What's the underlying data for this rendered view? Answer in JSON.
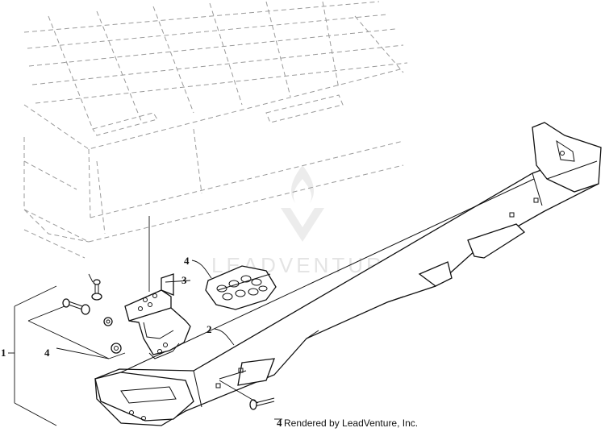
{
  "callouts": {
    "c1": "1",
    "c2": "2",
    "c3": "3",
    "c4a": "4",
    "c4b": "4",
    "c4c": "4"
  },
  "watermark": {
    "text": "LEADVENTURE"
  },
  "credit": {
    "text": "Rendered by LeadVenture, Inc."
  }
}
